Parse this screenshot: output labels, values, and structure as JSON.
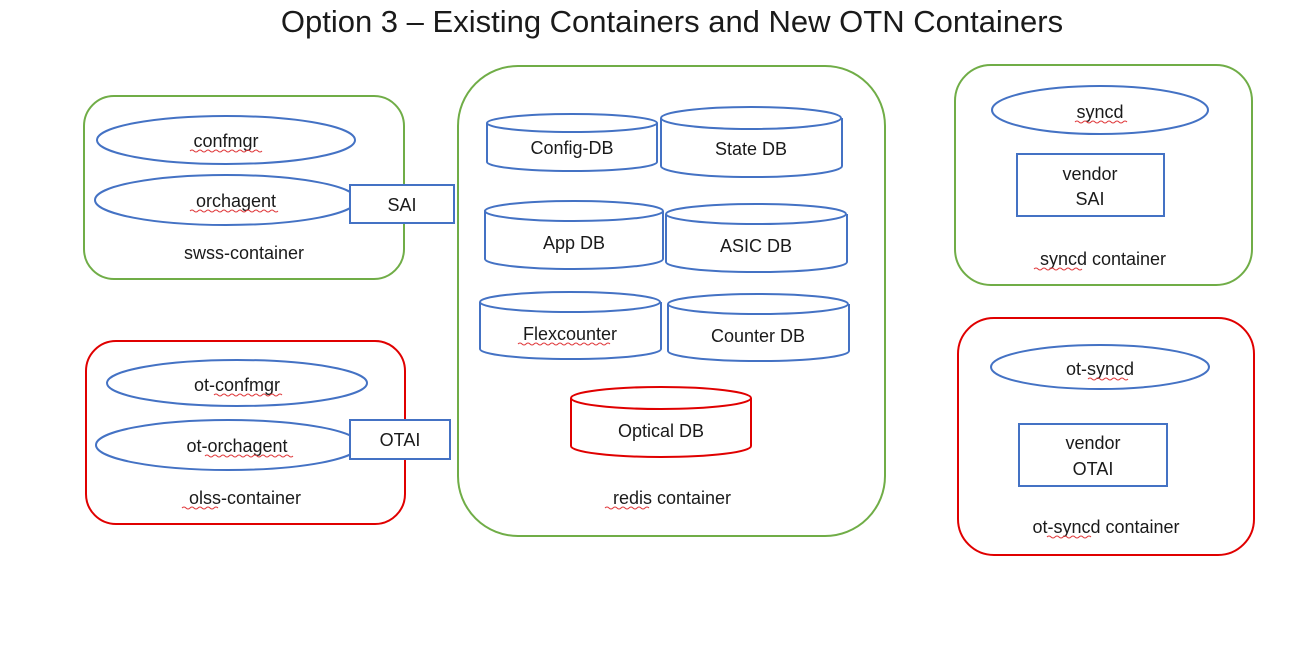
{
  "title": "Option 3 – Existing Containers and New OTN Containers",
  "colors": {
    "green": "#70ad47",
    "red": "#e00000",
    "blue": "#4472c4",
    "text": "#1a1a1a",
    "spellcheck": "#e0393b"
  },
  "swss_container": {
    "label": "swss-container",
    "process_1": "confmgr",
    "process_2": "orchagent",
    "interface": "SAI"
  },
  "olss_container": {
    "label": "olss-container",
    "process_1": "ot-confmgr",
    "process_2": "ot-orchagent",
    "interface": "OTAI"
  },
  "redis_container": {
    "label": "redis container",
    "databases": {
      "config_db": "Config-DB",
      "state_db": "State DB",
      "app_db": "App DB",
      "asic_db": "ASIC DB",
      "flexcounter": "Flexcounter",
      "counter_db": "Counter DB",
      "optical_db": "Optical DB"
    }
  },
  "syncd_container": {
    "label": "syncd container",
    "process": "syncd",
    "vendor_line_1": "vendor",
    "vendor_line_2": "SAI"
  },
  "ot_syncd_container": {
    "label": "ot-syncd container",
    "process": "ot-syncd",
    "vendor_line_1": "vendor",
    "vendor_line_2": "OTAI"
  }
}
